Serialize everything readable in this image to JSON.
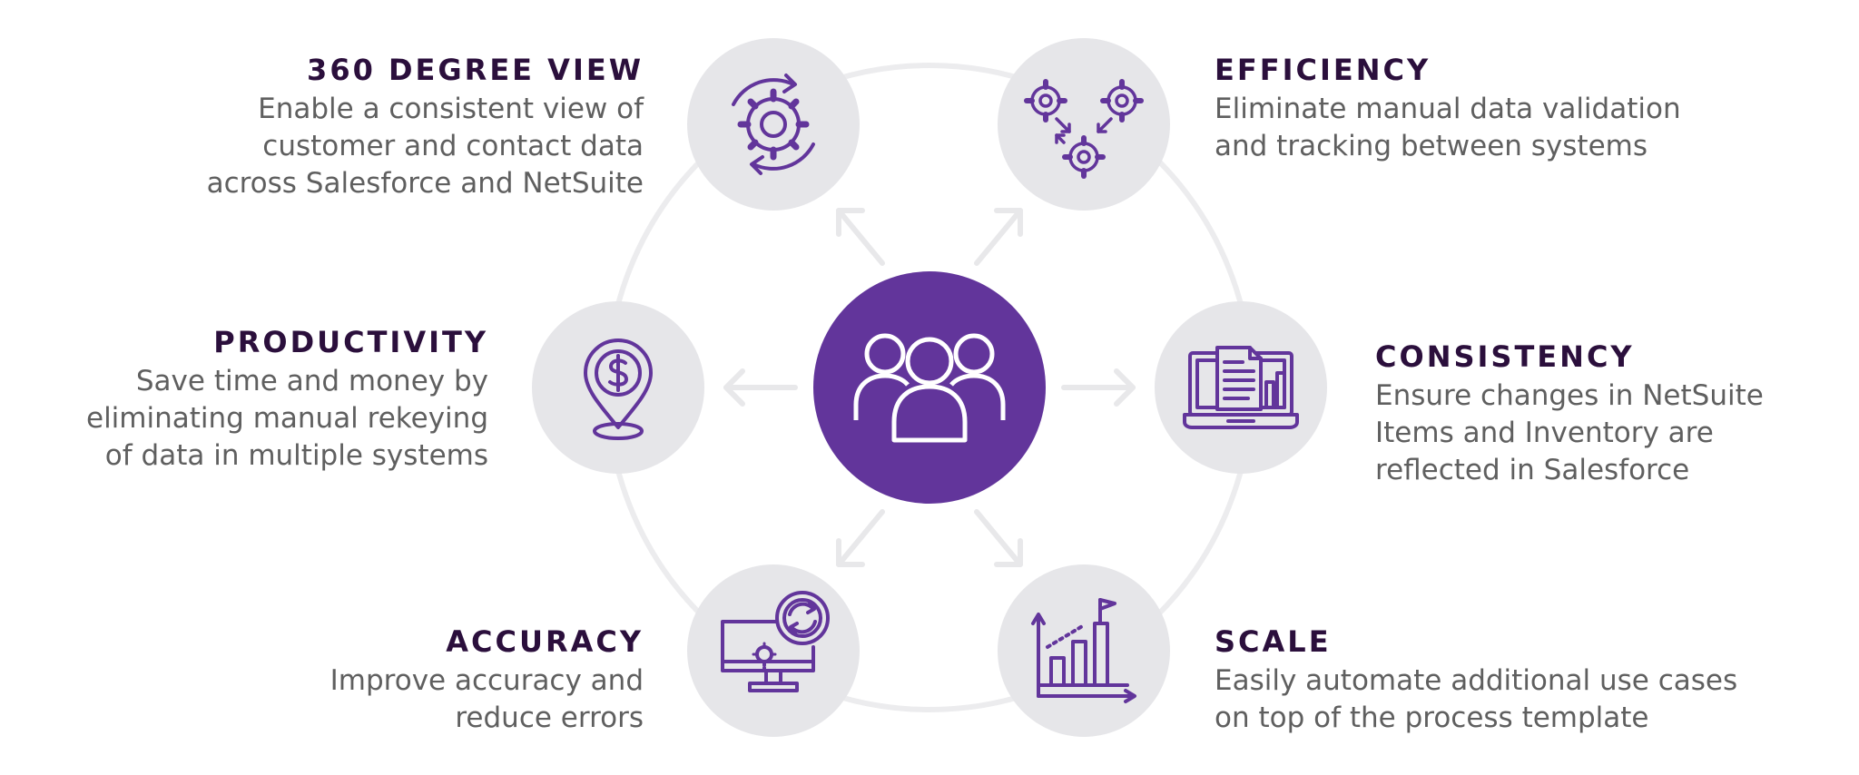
{
  "colors": {
    "accent": "#62359b",
    "node_fill": "#e6e6e9",
    "ring": "#ececee",
    "arrow": "#e8e8ea",
    "title": "#2b0f3c",
    "body_text": "#5f5f5f"
  },
  "center": {
    "icon": "people-group-icon"
  },
  "features": [
    {
      "key": "view",
      "title": "360 DEGREE VIEW",
      "lines": [
        "Enable a consistent view of",
        "customer and contact data",
        "across Salesforce and NetSuite"
      ],
      "icon": "gear-sync-icon"
    },
    {
      "key": "efficiency",
      "title": "EFFICIENCY",
      "lines": [
        "Eliminate manual data validation",
        "and tracking between systems"
      ],
      "icon": "three-gears-icon"
    },
    {
      "key": "productivity",
      "title": "PRODUCTIVITY",
      "lines": [
        "Save time and money by",
        "eliminating manual rekeying",
        "of data in multiple systems"
      ],
      "icon": "dollar-location-pin-icon"
    },
    {
      "key": "consistency",
      "title": "CONSISTENCY",
      "lines": [
        "Ensure changes in NetSuite",
        "Items and Inventory are",
        "reflected in Salesforce"
      ],
      "icon": "laptop-document-icon"
    },
    {
      "key": "accuracy",
      "title": "ACCURACY",
      "lines": [
        "Improve accuracy and",
        "reduce errors"
      ],
      "icon": "monitor-refresh-icon"
    },
    {
      "key": "scale",
      "title": "SCALE",
      "lines": [
        "Easily automate additional use cases",
        "on top of the process template"
      ],
      "icon": "growth-chart-flag-icon"
    }
  ]
}
